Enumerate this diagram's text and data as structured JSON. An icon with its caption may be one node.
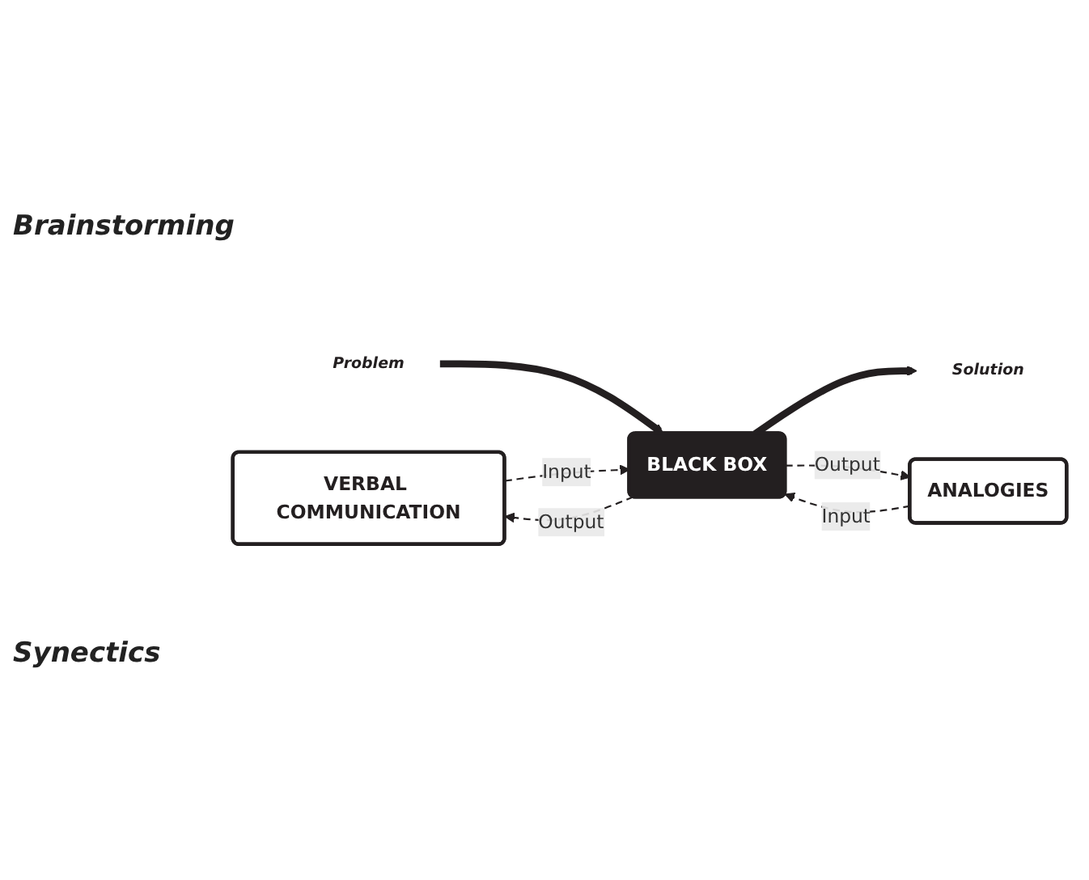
{
  "diagram": {
    "nodes": [
      {
        "text": [
          "VERBAL COMMUNICATION"
        ]
      },
      {
        "text": [
          "Problem"
        ]
      },
      {
        "text": [
          "BLACK BOX"
        ]
      },
      {
        "text": [
          "Solution"
        ]
      },
      {
        "text": [
          "ANALOGIES"
        ]
      }
    ],
    "edges": [
      {
        "from": 1,
        "to": 2,
        "arrow": "to",
        "style": "thick"
      },
      {
        "from": 2,
        "to": 3,
        "arrow": "to",
        "style": "thick"
      },
      {
        "from": 0,
        "to": 2,
        "arrow": "to",
        "style": "dashed",
        "label": "Input"
      },
      {
        "from": 2,
        "to": 0,
        "arrow": "to",
        "style": "dashed",
        "label": "Output"
      },
      {
        "from": 4,
        "to": 2,
        "arrow": "to",
        "style": "dashed",
        "label": "Input"
      },
      {
        "from": 2,
        "to": 4,
        "arrow": "to",
        "style": "dashed",
        "label": "Output"
      }
    ],
    "labels": [
      "Brainstorming",
      "Synectics"
    ]
  }
}
